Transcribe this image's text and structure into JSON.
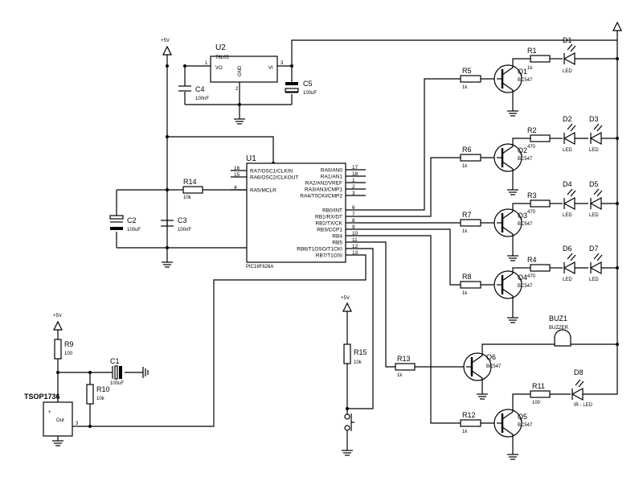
{
  "supply": {
    "p5v_1": "+5V",
    "p5v_2": "+5V",
    "p5v_3": "+5V"
  },
  "regulator": {
    "ref": "U2",
    "part": "78L05",
    "vo": "VO",
    "vi": "VI",
    "gnd": "GND",
    "pin1": "1",
    "pin2": "2",
    "pin3": "3"
  },
  "mcu": {
    "ref": "U1",
    "part": "PIC16F628A",
    "left_pins": [
      {
        "name": "RA7/OSC1/CLKIN",
        "num": "16"
      },
      {
        "name": "RA6/OSC2/CLKOUT",
        "num": "15"
      },
      {
        "name": "RA5/MCLR",
        "num": "4"
      }
    ],
    "right_pins": [
      {
        "name": "RA0/AN0",
        "num": "17"
      },
      {
        "name": "RA1/AN1",
        "num": "18"
      },
      {
        "name": "RA2/AN2/VREF",
        "num": "1"
      },
      {
        "name": "RA3/AN3/CMP1",
        "num": "2"
      },
      {
        "name": "RA4/T0CKI/CMP2",
        "num": "3"
      },
      {
        "name": "RB0/INT",
        "num": "6"
      },
      {
        "name": "RB1/RX/DT",
        "num": "7"
      },
      {
        "name": "RB2/TX/CK",
        "num": "8"
      },
      {
        "name": "RB3/CCP1",
        "num": "9"
      },
      {
        "name": "RB4",
        "num": "10"
      },
      {
        "name": "RB5",
        "num": "11"
      },
      {
        "name": "RB6/T1OSO/T1CKI",
        "num": "12"
      },
      {
        "name": "RB7/T1OSI",
        "num": "13"
      }
    ]
  },
  "capacitors": {
    "c1": {
      "ref": "C1",
      "value": "100uF"
    },
    "c2": {
      "ref": "C2",
      "value": "100uF"
    },
    "c3": {
      "ref": "C3",
      "value": "100nF"
    },
    "c4": {
      "ref": "C4",
      "value": "100nF"
    },
    "c5": {
      "ref": "C5",
      "value": "100uF"
    }
  },
  "resistors": {
    "r1": {
      "ref": "R1",
      "value": "1k"
    },
    "r2": {
      "ref": "R2",
      "value": "470"
    },
    "r3": {
      "ref": "R3",
      "value": "470"
    },
    "r4": {
      "ref": "R4",
      "value": "470"
    },
    "r5": {
      "ref": "R5",
      "value": "1k"
    },
    "r6": {
      "ref": "R6",
      "value": "1k"
    },
    "r7": {
      "ref": "R7",
      "value": "1k"
    },
    "r8": {
      "ref": "R8",
      "value": "1k"
    },
    "r9": {
      "ref": "R9",
      "value": "100"
    },
    "r10": {
      "ref": "R10",
      "value": "10k"
    },
    "r11": {
      "ref": "R11",
      "value": "100"
    },
    "r12": {
      "ref": "R12",
      "value": "1k"
    },
    "r13": {
      "ref": "R13",
      "value": "1k"
    },
    "r14": {
      "ref": "R14",
      "value": "10k"
    },
    "r15": {
      "ref": "R15",
      "value": "10k"
    }
  },
  "transistors": {
    "q1": {
      "ref": "Q1",
      "part": "BC547"
    },
    "q2": {
      "ref": "Q2",
      "part": "BC547"
    },
    "q3": {
      "ref": "Q3",
      "part": "BC547"
    },
    "q4": {
      "ref": "Q4",
      "part": "BC547"
    },
    "q5": {
      "ref": "Q5",
      "part": "BC547"
    },
    "q6": {
      "ref": "Q6",
      "part": "BC547"
    }
  },
  "leds": {
    "d1": {
      "ref": "D1",
      "type": "LED"
    },
    "d2": {
      "ref": "D2",
      "type": "LED"
    },
    "d3": {
      "ref": "D3",
      "type": "LED"
    },
    "d4": {
      "ref": "D4",
      "type": "LED"
    },
    "d5": {
      "ref": "D5",
      "type": "LED"
    },
    "d6": {
      "ref": "D6",
      "type": "LED"
    },
    "d7": {
      "ref": "D7",
      "type": "LED"
    },
    "d8": {
      "ref": "D8",
      "type": "IR - LED"
    }
  },
  "buzzer": {
    "ref": "BUZ1",
    "part": "BUZZER"
  },
  "ir_receiver": {
    "ref": "TSOP1736",
    "out": "Out",
    "pin3": "3"
  }
}
